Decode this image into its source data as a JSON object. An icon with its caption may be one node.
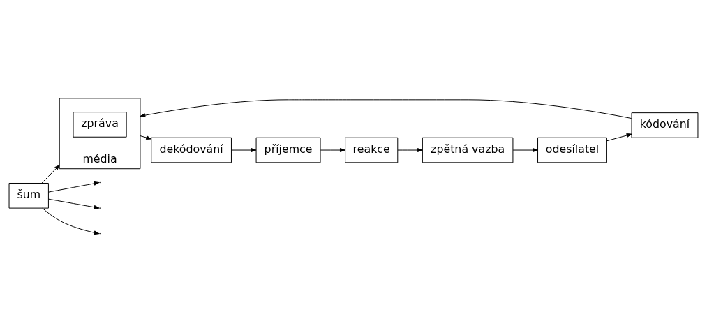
{
  "diagram": {
    "nodes": [
      {
        "text": [
          "odesílatel"
        ]
      },
      {
        "text": [
          "kódování"
        ]
      },
      {
        "text": [
          "média"
        ]
      },
      {
        "text": [
          "zpráva"
        ],
        "in": 2
      },
      {
        "text": [
          "dekódování"
        ]
      },
      {
        "text": [
          "příjemce"
        ]
      },
      {
        "text": [
          "šum"
        ]
      },
      {
        "text": [
          "reakce"
        ]
      },
      {
        "text": [
          "zpětná vazba"
        ]
      }
    ],
    "edges": [
      {
        "from": 0,
        "to": 1,
        "arrow": "to"
      },
      {
        "from": 1,
        "to": 2,
        "arrow": "to"
      },
      {
        "from": 2,
        "to": 4,
        "arrow": "to"
      },
      {
        "from": 4,
        "to": 5,
        "arrow": "to"
      },
      {
        "from": 6,
        "to": 2,
        "arrow": "to"
      },
      {
        "from": 6,
        "to": null,
        "arrow": "to"
      },
      {
        "from": 6,
        "to": null,
        "arrow": "to"
      },
      {
        "from": 6,
        "to": null,
        "arrow": "to"
      },
      {
        "from": 5,
        "to": 7,
        "arrow": "to"
      },
      {
        "from": 7,
        "to": 8,
        "arrow": "to"
      },
      {
        "from": 8,
        "to": 0,
        "arrow": "to"
      }
    ]
  }
}
